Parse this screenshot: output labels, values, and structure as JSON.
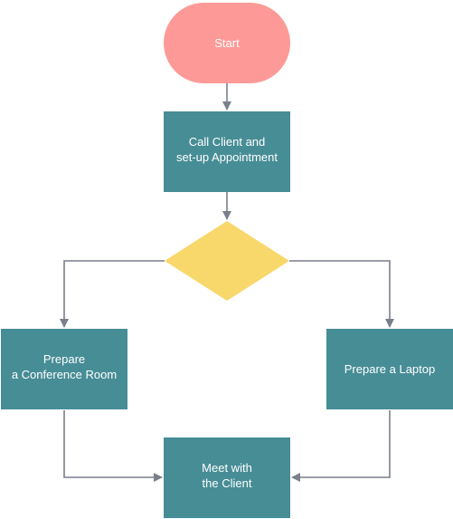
{
  "diagram": {
    "colors": {
      "start_fill": "#fd9a97",
      "process_fill": "#478d96",
      "decision_fill": "#f8d76b",
      "connector": "#7a7f8c",
      "label_text": "#ffffff"
    },
    "nodes": {
      "start": {
        "shape": "rounded-terminal",
        "lines": [
          "Start"
        ]
      },
      "call_client": {
        "shape": "rectangle",
        "lines": [
          "Call Client and",
          "set-up Appointment"
        ]
      },
      "decision": {
        "shape": "diamond",
        "lines": []
      },
      "conference_room": {
        "shape": "rectangle",
        "lines": [
          "Prepare",
          "a Conference Room"
        ]
      },
      "laptop": {
        "shape": "rectangle",
        "lines": [
          "Prepare a Laptop"
        ]
      },
      "meet_client": {
        "shape": "rectangle",
        "lines": [
          "Meet with",
          "the Client"
        ]
      }
    },
    "edges": [
      {
        "from": "start",
        "to": "call_client"
      },
      {
        "from": "call_client",
        "to": "decision"
      },
      {
        "from": "decision",
        "to": "conference_room"
      },
      {
        "from": "decision",
        "to": "laptop"
      },
      {
        "from": "conference_room",
        "to": "meet_client"
      },
      {
        "from": "laptop",
        "to": "meet_client"
      }
    ]
  }
}
